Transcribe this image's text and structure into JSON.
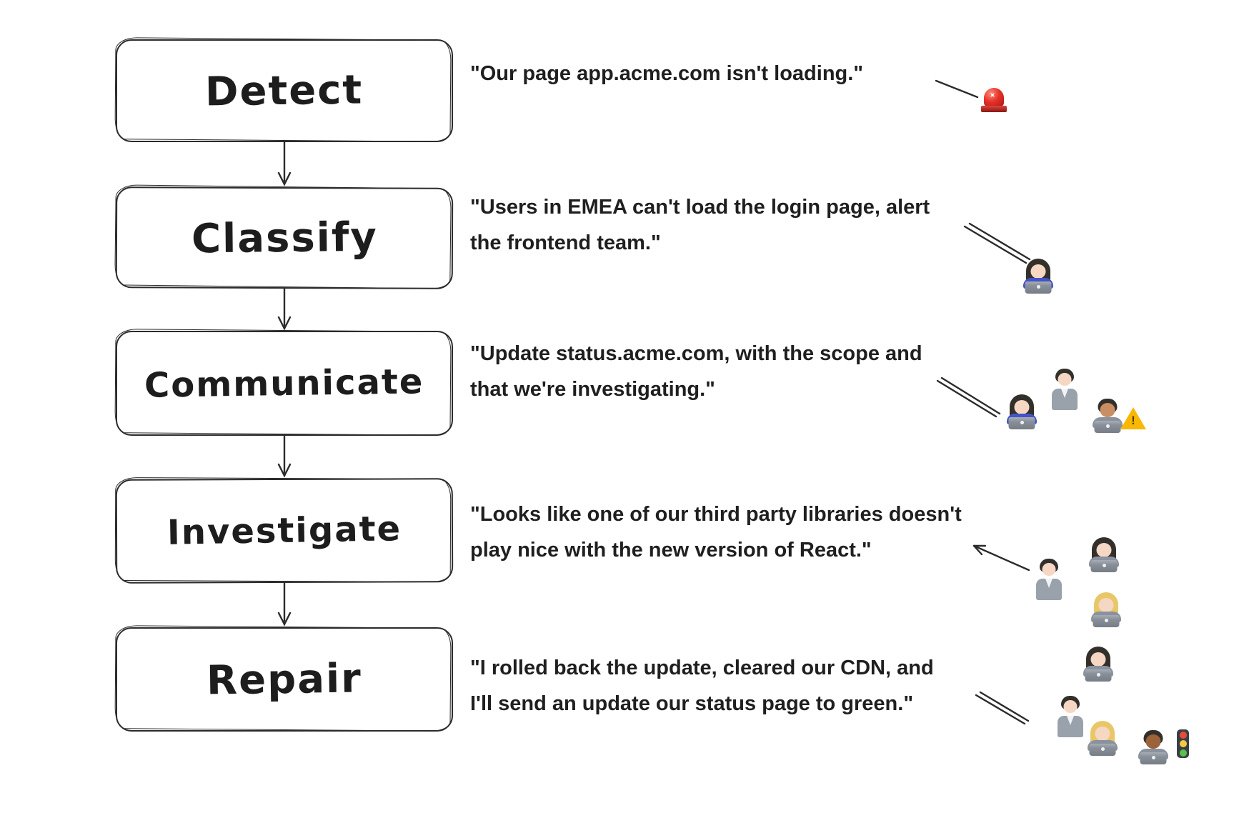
{
  "colors": {
    "ink": "#2b2b2b",
    "siren_red": "#d6201b",
    "warning_yellow": "#f8b805",
    "traffic_red": "#e64b3c",
    "traffic_yellow": "#f6c945",
    "traffic_green": "#58c04d"
  },
  "stages": [
    {
      "id": "detect",
      "label": "Detect",
      "quote_line1": "\"Our page app.acme.com isn't loading.\"",
      "quote_line2": "",
      "actors": [
        "rotating-siren-icon"
      ]
    },
    {
      "id": "classify",
      "label": "Classify",
      "quote_line1": "\"Users in EMEA can't load the login page, alert",
      "quote_line2": "the frontend team.\"",
      "actors": [
        "woman-technologist-icon"
      ]
    },
    {
      "id": "communicate",
      "label": "Communicate",
      "quote_line1": "\"Update status.acme.com, with the scope and",
      "quote_line2": "that we're investigating.\"",
      "actors": [
        "woman-technologist-icon",
        "man-standing-icon",
        "man-technologist-medium-skin-icon",
        "warning-sign-icon"
      ]
    },
    {
      "id": "investigate",
      "label": "Investigate",
      "quote_line1": "\"Looks like one of our third party libraries doesn't",
      "quote_line2": "play nice with the new version of React.\"",
      "actors": [
        "man-standing-icon",
        "woman-technologist-icon",
        "blonde-woman-technologist-icon"
      ]
    },
    {
      "id": "repair",
      "label": "Repair",
      "quote_line1": "\"I rolled back the update, cleared our CDN, and",
      "quote_line2": "I'll send an update our status page to green.\"",
      "actors": [
        "woman-technologist-icon",
        "man-standing-icon",
        "blonde-woman-technologist-icon",
        "man-technologist-dark-skin-icon",
        "traffic-light-icon"
      ]
    }
  ]
}
